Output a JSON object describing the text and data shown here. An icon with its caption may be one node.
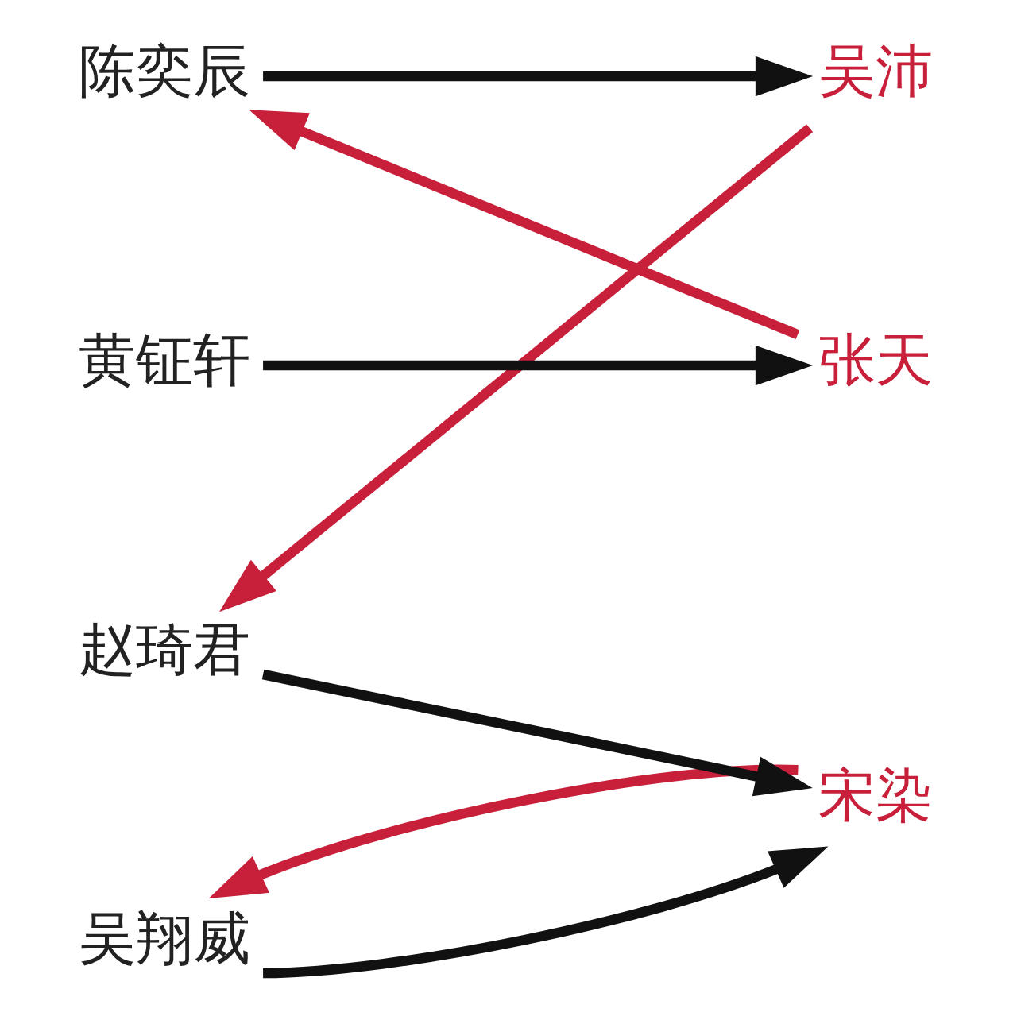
{
  "diagram": {
    "nodes": [
      {
        "text": [
          "陈奕辰"
        ]
      },
      {
        "text": [
          "宋染"
        ]
      },
      {
        "text": [
          "赵琦君"
        ]
      },
      {
        "text": [
          "张天"
        ]
      },
      {
        "text": [
          "吴翔威"
        ]
      },
      {
        "text": [
          "吴沛"
        ]
      },
      {
        "text": [
          "黄钲轩"
        ]
      }
    ],
    "edges": [
      {
        "from": 0,
        "to": 5,
        "arrow": "to"
      },
      {
        "from": 2,
        "to": 1,
        "arrow": "to"
      },
      {
        "from": 4,
        "to": 1,
        "arrow": "to"
      },
      {
        "from": 6,
        "to": 3,
        "arrow": "to"
      },
      {
        "from": 1,
        "to": 4,
        "arrow": "to",
        "color": "#c8203a"
      },
      {
        "from": 3,
        "to": 0,
        "arrow": "to",
        "color": "#c8203a"
      },
      {
        "from": 5,
        "to": 2,
        "arrow": "to",
        "color": "#c8203a"
      }
    ]
  }
}
